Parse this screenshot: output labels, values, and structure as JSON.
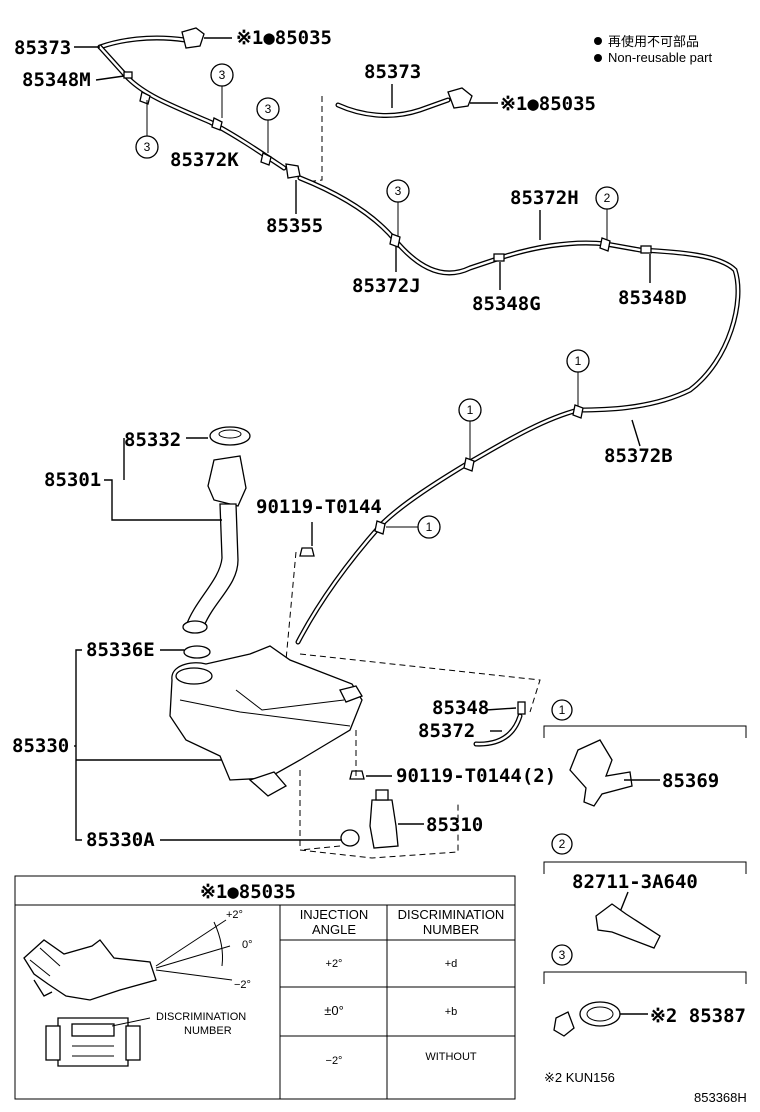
{
  "legend": {
    "item1": "再使用不可部品",
    "item2": "Non-reusable part"
  },
  "labels": {
    "p85373a": "85373",
    "p85035a": "※1●85035",
    "p85348m": "85348M",
    "p85372k": "85372K",
    "p85373b": "85373",
    "p85035b": "※1●85035",
    "p85355": "85355",
    "p85372h": "85372H",
    "p85372j": "85372J",
    "p85348g": "85348G",
    "p85348d": "85348D",
    "p85372b": "85372B",
    "p85332": "85332",
    "p85301": "85301",
    "p90119a": "90119-T0144",
    "p85336e": "85336E",
    "p85348": "85348",
    "p85372": "85372",
    "p85330": "85330",
    "p90119b": "90119-T0144(2)",
    "p85310": "85310",
    "p85330a": "85330A",
    "p85369": "85369",
    "p82711": "82711-3A640",
    "p85387": "※2 85387",
    "kun": "※2 KUN156",
    "code": "853368H"
  },
  "callouts": {
    "c3": "3",
    "c2": "2",
    "c1": "1"
  },
  "table": {
    "title": "※1●85035",
    "col1": [
      "INJECTION",
      "ANGLE"
    ],
    "col2": [
      "DISCRIMINATION",
      "NUMBER"
    ],
    "rows": [
      {
        "angle": "+2°",
        "num": "+d"
      },
      {
        "angle": "±0°",
        "num": "+b"
      },
      {
        "angle": "−2°",
        "num": "WITHOUT"
      }
    ],
    "angle_marks": [
      "+2°",
      "0°",
      "−2°"
    ],
    "disc_label": [
      "DISCRIMINATION",
      "NUMBER"
    ]
  }
}
